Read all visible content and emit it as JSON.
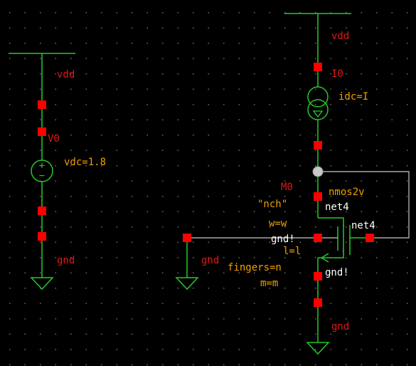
{
  "colors": {
    "background": "#000000",
    "wire": "#28c828",
    "pin": "#ff0000",
    "instance_label": "#e01818",
    "parameter": "#f0a000",
    "net_label": "#ffffff",
    "selected_node": "#c8c8c8"
  },
  "vsource": {
    "supply_label": "vdd",
    "instance_name": "V0",
    "param": "vdc=1.8",
    "ground_label": "gnd",
    "plus_sign": "+",
    "minus_sign": "−"
  },
  "isource": {
    "supply_label": "vdd",
    "instance_name": "I0",
    "param": "idc=I"
  },
  "nmos": {
    "instance_name": "M0",
    "cell_name": "nmos2v",
    "model": "\"nch\"",
    "w_param": "w=w",
    "l_param": "l=l",
    "fingers_param": "fingers=n",
    "m_param": "m=m",
    "drain_net": "net4",
    "bulk_net": "net4",
    "gate_net": "gnd!",
    "source_net": "gnd!",
    "ground_label": "gnd"
  },
  "gate_ground": {
    "ground_label": "gnd"
  }
}
